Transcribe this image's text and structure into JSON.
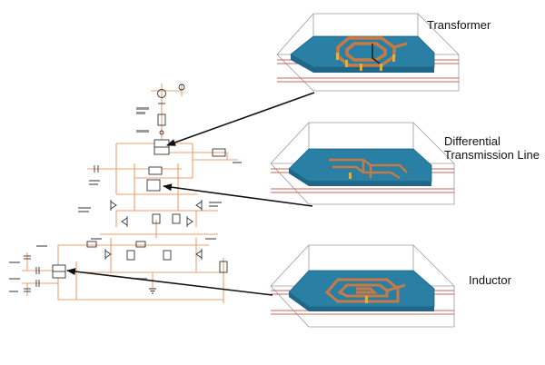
{
  "labels": {
    "transformer": "Transformer",
    "differential_line_1": "Differential",
    "differential_line_2": "Transmission Line",
    "inductor": "Inductor"
  },
  "colors": {
    "schematic_wire": "#e8a070",
    "component": "#333333",
    "substrate": "#2a7fa5",
    "copper": "#c87a44",
    "via": "#d9b04c",
    "arrow": "#111111"
  },
  "icons": {
    "transformer_model": "3d-layer-stack-transformer",
    "differential_model": "3d-layer-stack-differential-line",
    "inductor_model": "3d-layer-stack-inductor"
  }
}
